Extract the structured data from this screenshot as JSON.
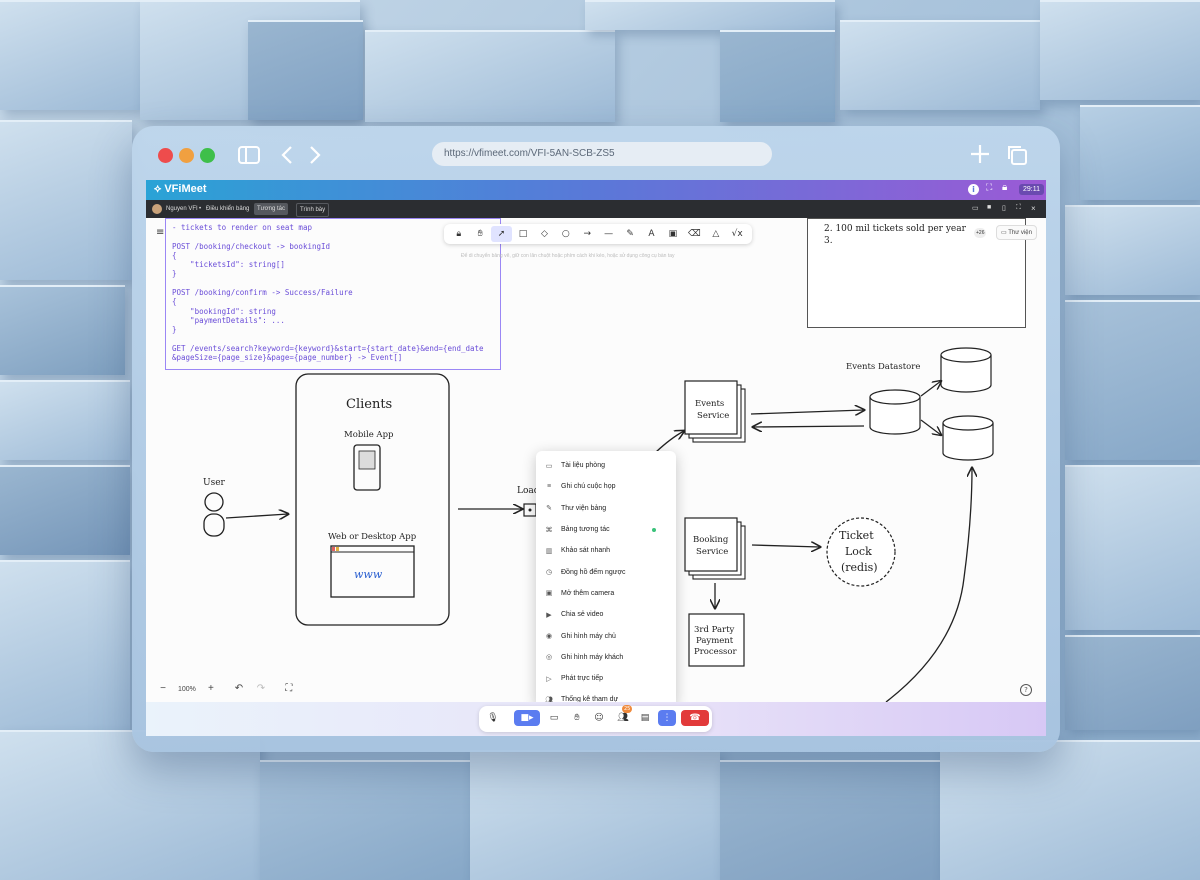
{
  "browser": {
    "url": "https://vfimeet.com/VFI-5AN-SCB-ZS5"
  },
  "app": {
    "logo": "VFiMeet",
    "timer": "29:11",
    "user_name": "Nguyen VFI",
    "separator": "•",
    "control_label": "Điều khiển bảng",
    "tab_interactive": "Tương tác",
    "tab_present": "Trình bày"
  },
  "whiteboard": {
    "hint": "Để di chuyển bảng vẽ, giữ con lăn chuột hoặc phím cách khi kéo, hoặc sử dụng công cụ bàn tay",
    "library_label": "Thư viện",
    "plus_badge": "+26",
    "zoom": "100%",
    "code_lines": [
      "- tickets to render on seat map",
      "",
      "POST /booking/checkout -> bookingId",
      "{",
      "    \"ticketsId\": string[]",
      "}",
      "",
      "POST /booking/confirm -> Success/Failure",
      "{",
      "    \"bookingId\": string",
      "    \"paymentDetails\": ...",
      "}",
      "",
      "GET /events/search?keyword={keyword}&start={start_date}&end={end_date",
      "&pageSize={page_size}&page={page_number} -> Event[]"
    ],
    "note_lines": [
      "2. 100 mil tickets sold per year",
      "3."
    ],
    "diagram": {
      "clients": "Clients",
      "mobile_app": "Mobile App",
      "web_app": "Web or Desktop App",
      "www": "www",
      "user": "User",
      "load": "Load",
      "events_service": [
        "Events",
        "Service"
      ],
      "events_datastore": "Events Datastore",
      "booking_service": [
        "Booking",
        "Service"
      ],
      "ticket_lock": [
        "Ticket",
        "Lock",
        "(redis)"
      ],
      "payment": [
        "3rd Party",
        "Payment",
        "Processor"
      ]
    }
  },
  "menu": {
    "items": [
      {
        "label": "Tài liệu phòng",
        "icon": "folder-icon"
      },
      {
        "label": "Ghi chú cuộc họp",
        "icon": "notes-icon"
      },
      {
        "label": "Thư viện bảng",
        "icon": "pen-icon"
      },
      {
        "label": "Bảng tương tác",
        "icon": "board-icon"
      },
      {
        "label": "Khảo sát nhanh",
        "icon": "poll-icon"
      },
      {
        "label": "Đồng hồ đếm ngược",
        "icon": "clock-icon"
      },
      {
        "label": "Mở thêm camera",
        "icon": "camera-icon"
      },
      {
        "label": "Chia sẻ video",
        "icon": "video-icon"
      },
      {
        "label": "Ghi hình máy chủ",
        "icon": "record-icon"
      },
      {
        "label": "Ghi hình máy khách",
        "icon": "record-client-icon"
      },
      {
        "label": "Phát trực tiếp",
        "icon": "live-icon"
      },
      {
        "label": "Thống kê tham dự",
        "icon": "people-icon"
      }
    ]
  },
  "callbar": {
    "participants_badge": "25"
  }
}
